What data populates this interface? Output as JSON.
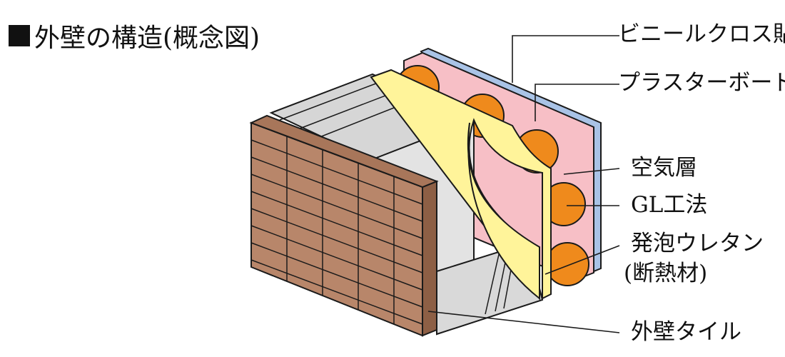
{
  "title": "外壁の構造(概念図)",
  "labels": {
    "vinyl_cloth": "ビニールクロス貼",
    "plaster_board": "プラスターボード",
    "air_layer": "空気層",
    "gl_method": "GL工法",
    "urethane_line1": "発泡ウレタン",
    "urethane_line2": "(断熱材)",
    "exterior_tile": "外壁タイル"
  },
  "colors": {
    "tile": "#b8866a",
    "tile_dark": "#8d5f45",
    "concrete": "#d6d6d6",
    "concrete_light": "#e3e3e3",
    "urethane": "#fff49a",
    "urethane_edge": "#f2e066",
    "orange": "#ef8a1c",
    "pink": "#f7bfc6",
    "blue": "#a9c3e6",
    "line": "#1a1a1a"
  }
}
